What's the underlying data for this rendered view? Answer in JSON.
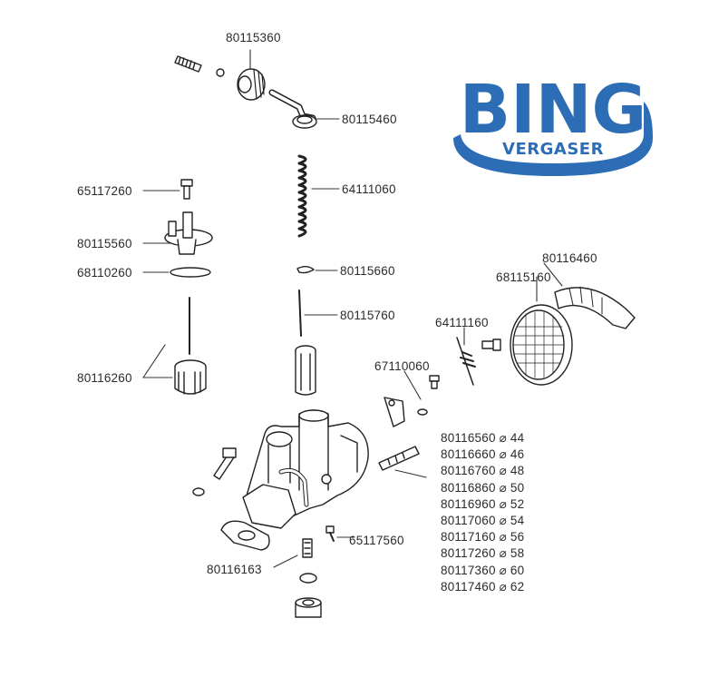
{
  "logo": {
    "brand": "BING",
    "subtitle": "VERGASER",
    "color": "#2d6db5"
  },
  "parts": [
    {
      "id": "lbl-80115360",
      "number": "80115360"
    },
    {
      "id": "lbl-80115460",
      "number": "80115460"
    },
    {
      "id": "lbl-64111060",
      "number": "64111060"
    },
    {
      "id": "lbl-65117260",
      "number": "65117260"
    },
    {
      "id": "lbl-80115560",
      "number": "80115560"
    },
    {
      "id": "lbl-68110260",
      "number": "68110260"
    },
    {
      "id": "lbl-80115660",
      "number": "80115660"
    },
    {
      "id": "lbl-80115760",
      "number": "80115760"
    },
    {
      "id": "lbl-80116460",
      "number": "80116460"
    },
    {
      "id": "lbl-68115160",
      "number": "68115160"
    },
    {
      "id": "lbl-64111160",
      "number": "64111160"
    },
    {
      "id": "lbl-67110060",
      "number": "67110060"
    },
    {
      "id": "lbl-80116260",
      "number": "80116260"
    },
    {
      "id": "lbl-65117560",
      "number": "65117560"
    },
    {
      "id": "lbl-80116163",
      "number": "80116163"
    }
  ],
  "jet_sizes": [
    "80116560 ⌀ 44",
    "80116660 ⌀ 46",
    "80116760 ⌀ 48",
    "80116860 ⌀ 50",
    "80116960 ⌀ 52",
    "80117060 ⌀ 54",
    "80117160 ⌀ 56",
    "80117260 ⌀ 58",
    "80117360 ⌀ 60",
    "80117460 ⌀ 62"
  ],
  "colors": {
    "line": "#333333",
    "text": "#2b2b2b"
  }
}
